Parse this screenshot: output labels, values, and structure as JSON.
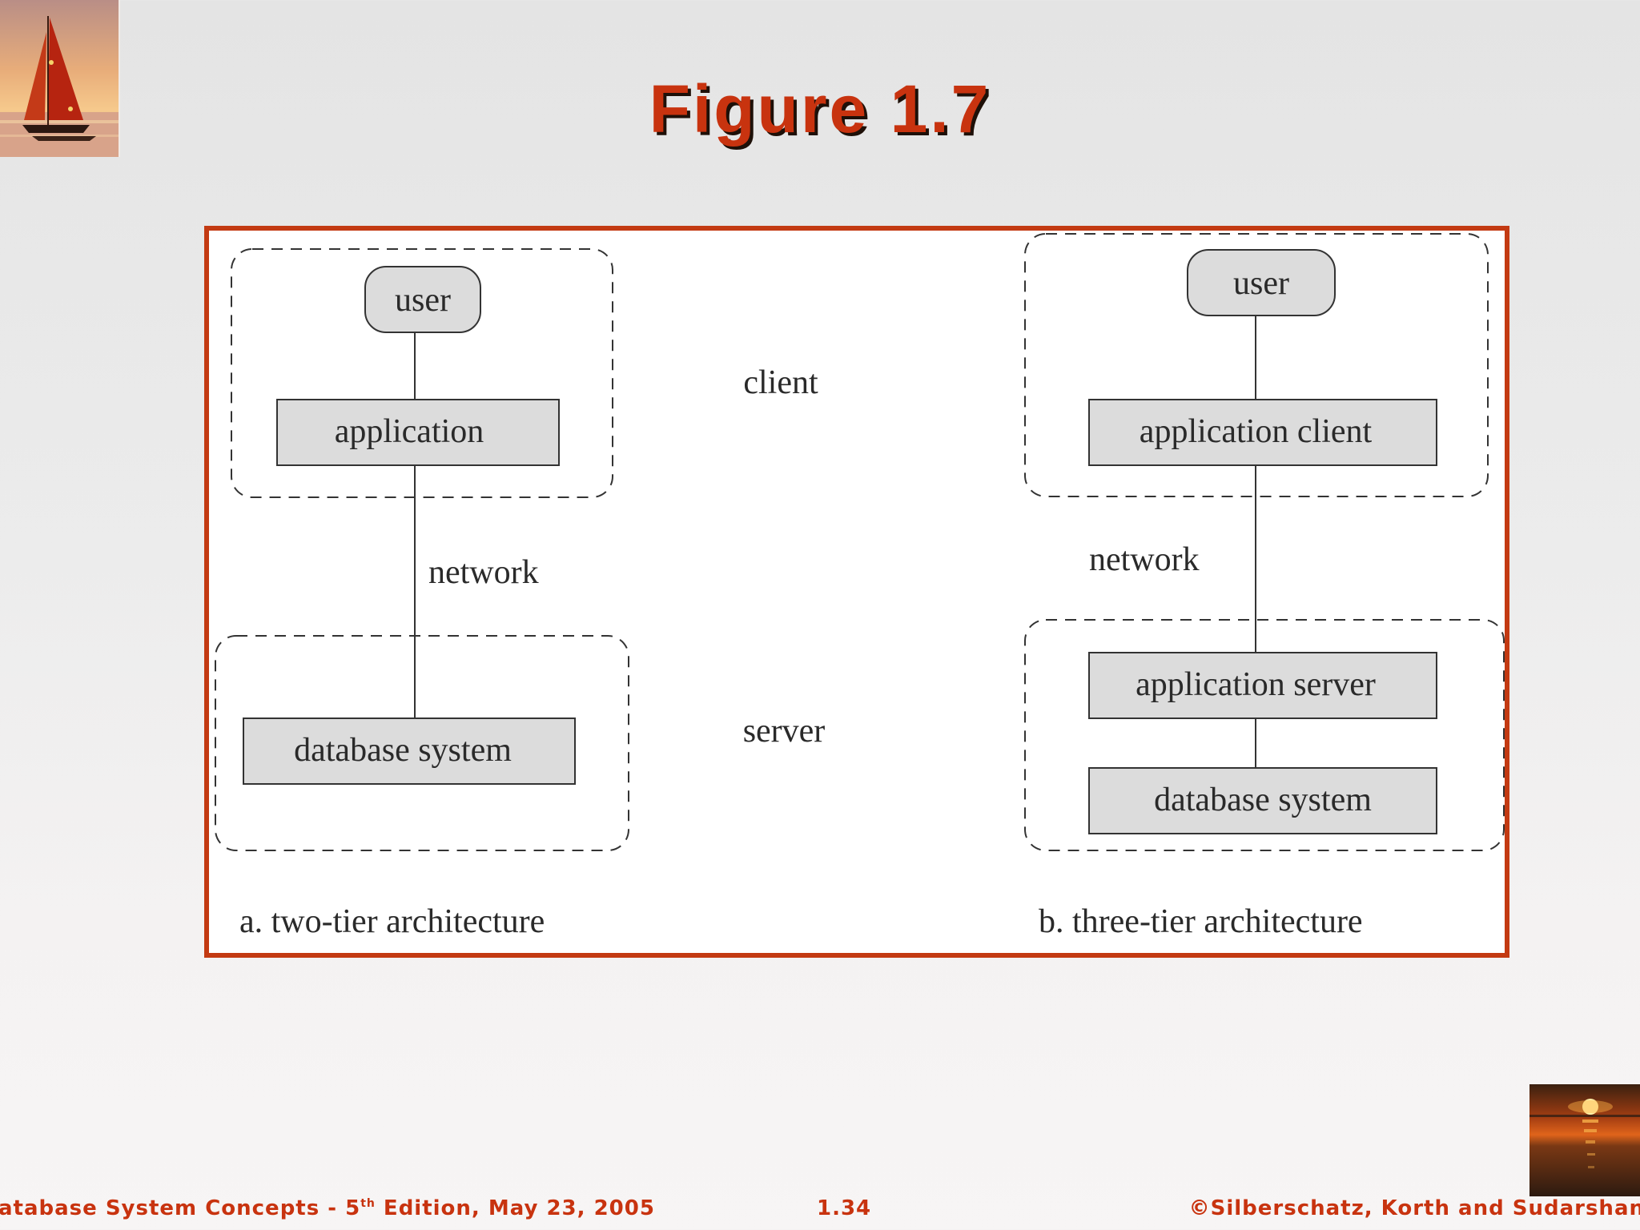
{
  "slide": {
    "title": "Figure 1.7"
  },
  "diagram": {
    "two_tier": {
      "user": "user",
      "application": "application",
      "network": "network",
      "database": "database system",
      "caption": "a.  two-tier architecture"
    },
    "middle": {
      "client": "client",
      "server": "server"
    },
    "three_tier": {
      "user": "user",
      "app_client": "application client",
      "network": "network",
      "app_server": "application server",
      "database": "database system",
      "caption": "b.  three-tier architecture"
    }
  },
  "footer": {
    "left_prefix": "atabase System Concepts - 5",
    "left_sup": "th",
    "left_suffix": " Edition, May 23,  2005",
    "page": "1.34",
    "copyright": "©Silberschatz, Korth and Sudarshan"
  },
  "colors": {
    "accent": "#c8330f",
    "frame": "#c33a12",
    "node_fill": "#dcdcdc"
  }
}
